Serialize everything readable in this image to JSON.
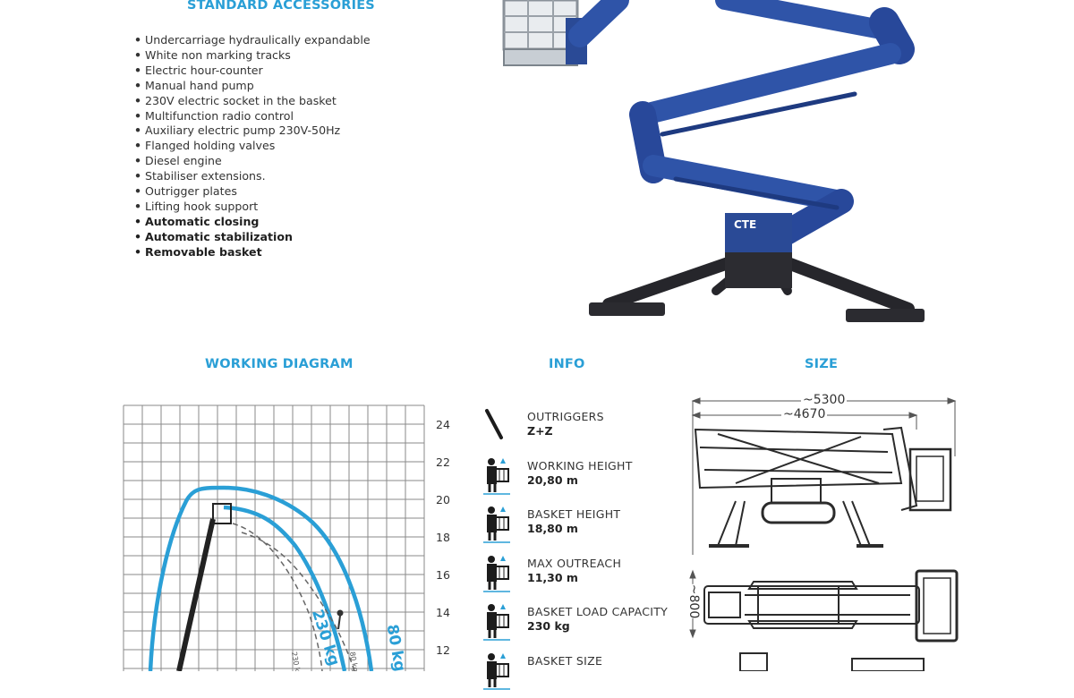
{
  "accessories": {
    "title": "STANDARD ACCESSORIES",
    "items": [
      {
        "text": "Undercarriage hydraulically expandable",
        "bold": false
      },
      {
        "text": "White non marking tracks",
        "bold": false
      },
      {
        "text": "Electric hour-counter",
        "bold": false
      },
      {
        "text": "Manual hand pump",
        "bold": false
      },
      {
        "text": "230V electric socket in the basket",
        "bold": false
      },
      {
        "text": "Multifunction radio control",
        "bold": false
      },
      {
        "text": "Auxiliary electric pump 230V-50Hz",
        "bold": false
      },
      {
        "text": "Flanged holding valves",
        "bold": false
      },
      {
        "text": "Diesel engine",
        "bold": false
      },
      {
        "text": "Stabiliser extensions.",
        "bold": false
      },
      {
        "text": "Outrigger plates",
        "bold": false
      },
      {
        "text": "Lifting hook support",
        "bold": false
      },
      {
        "text": "Automatic closing",
        "bold": true
      },
      {
        "text": "Automatic stabilization",
        "bold": true
      },
      {
        "text": "Removable basket",
        "bold": true
      }
    ]
  },
  "photo": {
    "brand": "CTE"
  },
  "sections": {
    "working_diagram": "WORKING DIAGRAM",
    "info": "INFO",
    "size": "SIZE"
  },
  "diagram": {
    "y_ticks": [
      "24",
      "22",
      "20",
      "18",
      "16",
      "14",
      "12"
    ],
    "curve_labels": {
      "outer": "80 kg",
      "inner": "230 kg",
      "outer_small": "80 kg",
      "inner_small": "230 kg"
    }
  },
  "info": [
    {
      "label": "OUTRIGGERS",
      "value": "Z+Z",
      "icon": "outriggers-icon"
    },
    {
      "label": "WORKING HEIGHT",
      "value": "20,80 m",
      "icon": "working-height-icon"
    },
    {
      "label": "BASKET HEIGHT",
      "value": "18,80 m",
      "icon": "basket-height-icon"
    },
    {
      "label": "MAX OUTREACH",
      "value": "11,30 m",
      "icon": "max-outreach-icon"
    },
    {
      "label": "BASKET LOAD CAPACITY",
      "value": "230 kg",
      "icon": "load-capacity-icon"
    },
    {
      "label": "BASKET SIZE",
      "value": "",
      "icon": "basket-size-icon"
    }
  ],
  "size": {
    "overall_length": "~5300",
    "body_length": "~4670",
    "width": "~800"
  },
  "colors": {
    "accent": "#2a9fd6",
    "machine_blue": "#2f54a8",
    "grid": "#8a8a8a"
  }
}
